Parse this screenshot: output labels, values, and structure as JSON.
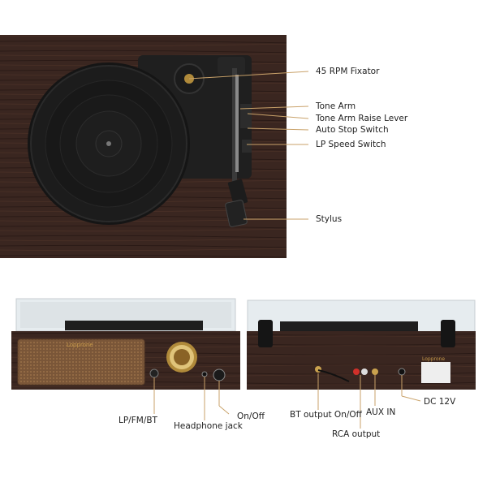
{
  "top_view": {
    "labels": {
      "rpm_fixator": "45 RPM Fixator",
      "tone_arm": "Tone Arm",
      "raise_lever": "Tone Arm Raise Lever",
      "auto_stop": "Auto Stop Switch",
      "lp_speed": "LP Speed Switch",
      "stylus": "Stylus"
    }
  },
  "front_view": {
    "brand": "Lopprone",
    "labels": {
      "lp_fm_bt": "LP/FM/BT",
      "headphone_jack": "Headphone jack",
      "on_off": "On/Off"
    }
  },
  "back_view": {
    "brand": "Lopprone",
    "labels": {
      "bt_output": "BT output On/Off",
      "rca_output": "RCA output",
      "aux_in": "AUX IN",
      "dc": "DC 12V"
    }
  },
  "colors": {
    "wood": "#3a2620",
    "wood_dark": "#2a1a16",
    "platter": "#1a1a1a",
    "gold": "#c79a4a",
    "leader": "#c9a26a"
  }
}
